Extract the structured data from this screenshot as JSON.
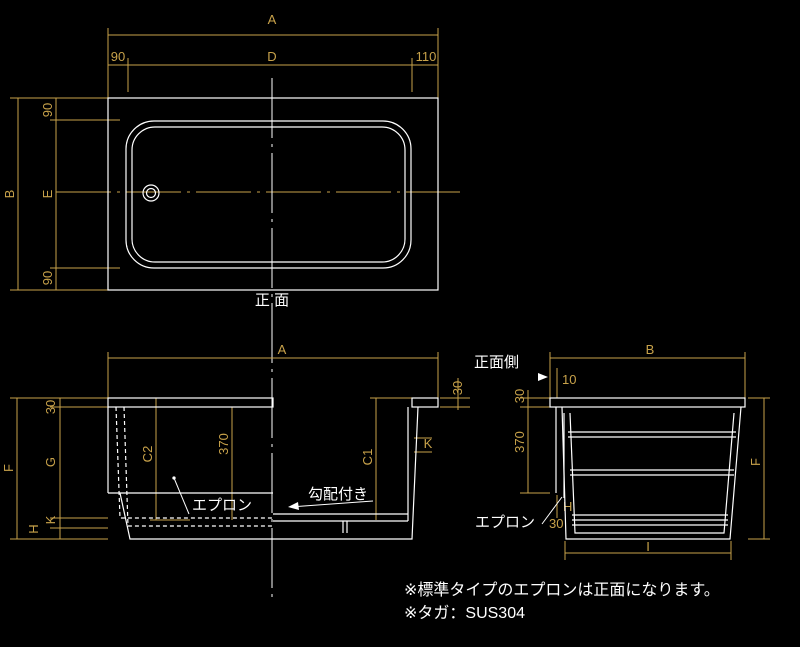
{
  "colors": {
    "background": "#000000",
    "outline": "#ffffff",
    "dimension": "#c8a24a",
    "centerline": "#ffffff"
  },
  "top_view": {
    "dim_A": "A",
    "dim_90": "90",
    "dim_D": "D",
    "dim_110": "110",
    "dim_B": "B",
    "dim_E": "E",
    "dim_90_top": "90",
    "dim_90_bottom": "90",
    "caption": "正 面"
  },
  "front_view": {
    "dim_A": "A",
    "dim_30_right": "30",
    "dim_F": "F",
    "dim_30": "30",
    "dim_G": "G",
    "dim_C2": "C2",
    "dim_370": "370",
    "dim_C1": "C1",
    "dim_K": "K",
    "dim_H": "H",
    "dim_K_small": "K",
    "label_apron": "エプロン",
    "label_slope": "勾配付き"
  },
  "side_view": {
    "label_front_side": "正面側",
    "dim_B": "B",
    "dim_10": "10",
    "dim_30": "30",
    "dim_370": "370",
    "dim_F": "F",
    "dim_H": "H",
    "dim_30_bottom": "30",
    "dim_I": "I",
    "label_apron": "エプロン"
  },
  "notes": [
    "※標準タイプのエプロンは正面になります。",
    "※タガ：SUS304"
  ]
}
